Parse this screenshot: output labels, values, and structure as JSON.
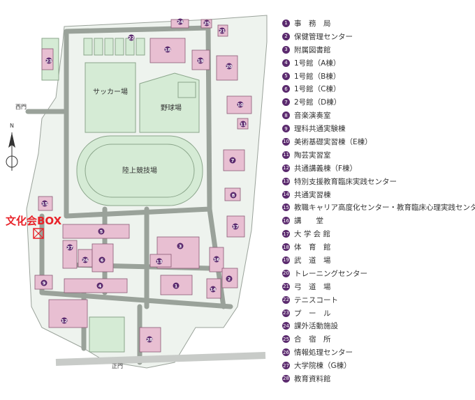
{
  "map": {
    "areas": {
      "soccer": "サッカー場",
      "baseball": "野球場",
      "track": "陸上競技場"
    },
    "gates": {
      "west": "西門",
      "main": "正門"
    },
    "compass": "N",
    "highlight": {
      "label": "文化会BOX",
      "color": "#e8232a"
    },
    "colors": {
      "building": "#e8bfd2",
      "building_edge": "#8b5a75",
      "field": "#d5ebd5",
      "grounds": "#eef3ee",
      "road": "#9aa29a",
      "marker": "#5b2a6e"
    }
  },
  "legend": [
    {
      "n": "1",
      "label": "事　務　局"
    },
    {
      "n": "2",
      "label": "保健管理センター"
    },
    {
      "n": "3",
      "label": "附属図書館"
    },
    {
      "n": "4",
      "label": "1号館（A棟）"
    },
    {
      "n": "5",
      "label": "1号館（B棟）"
    },
    {
      "n": "6",
      "label": "1号館（C棟）"
    },
    {
      "n": "7",
      "label": "2号館（D棟）"
    },
    {
      "n": "8",
      "label": "音楽演奏室"
    },
    {
      "n": "9",
      "label": "理科共通実験棟"
    },
    {
      "n": "10",
      "label": "美術基礎実習棟（E棟）"
    },
    {
      "n": "11",
      "label": "陶芸実習室"
    },
    {
      "n": "12",
      "label": "共通講義棟（F棟）"
    },
    {
      "n": "13",
      "label": "特別支援教育臨床実践センター"
    },
    {
      "n": "14",
      "label": "共通実習棟"
    },
    {
      "n": "15",
      "label": "教職キャリア高度化センター・教育臨床心理実践センター"
    },
    {
      "n": "16",
      "label": "講　　堂"
    },
    {
      "n": "17",
      "label": "大 学 会 館"
    },
    {
      "n": "18",
      "label": "体　育　館"
    },
    {
      "n": "19",
      "label": "武　道　場"
    },
    {
      "n": "20",
      "label": "トレーニングセンター"
    },
    {
      "n": "21",
      "label": "弓　道　場"
    },
    {
      "n": "22",
      "label": "テニスコート"
    },
    {
      "n": "23",
      "label": "プ　ー　ル"
    },
    {
      "n": "24",
      "label": "課外活動施設"
    },
    {
      "n": "25",
      "label": "合　宿　所"
    },
    {
      "n": "26",
      "label": "情報処理センター"
    },
    {
      "n": "27",
      "label": "大学院棟（G棟）"
    },
    {
      "n": "28",
      "label": "教育資料館"
    }
  ]
}
